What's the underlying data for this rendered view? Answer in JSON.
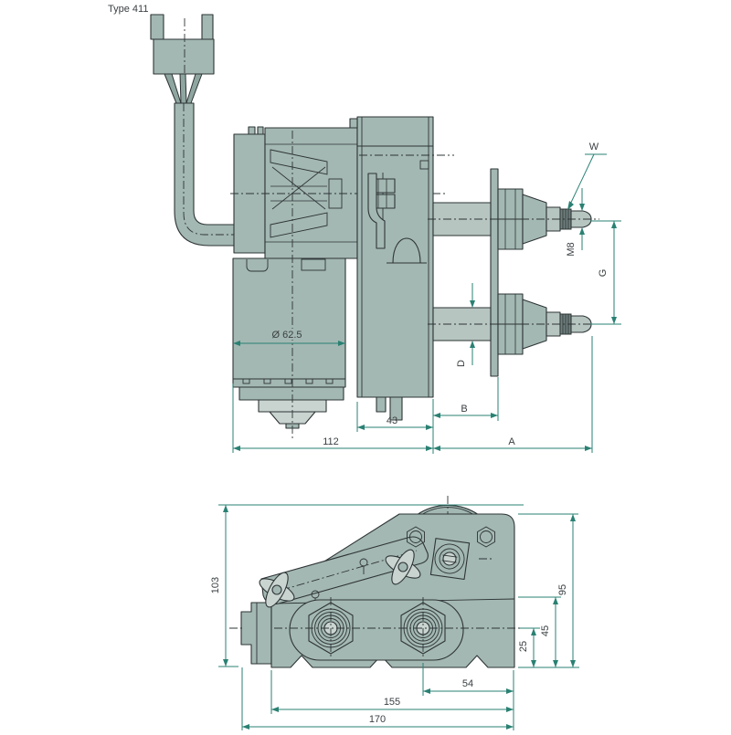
{
  "drawing": {
    "type_label": "Type 411",
    "side_view": {
      "dimensions": {
        "motor_diameter": "Ø 62.5",
        "gearbox_depth": "43",
        "motor_depth": "112",
        "bushing_length": "B",
        "shaft_length": "A",
        "bearing_diameter": "D",
        "thread": "M8",
        "knurl": "W",
        "shaft_spacing": "G"
      }
    },
    "top_view": {
      "dimensions": {
        "overall_height": "103",
        "body_height": "95",
        "pivot_height": "45",
        "axis_height": "25",
        "shaft_offset": "54",
        "mounting_width": "155",
        "overall_width": "170"
      }
    },
    "colors": {
      "body_fill": "#a3b8b2",
      "body_light": "#c9d4d0",
      "outline": "#2e3436",
      "dimension": "#2a8173",
      "text": "#3b4043",
      "background": "#ffffff"
    }
  }
}
